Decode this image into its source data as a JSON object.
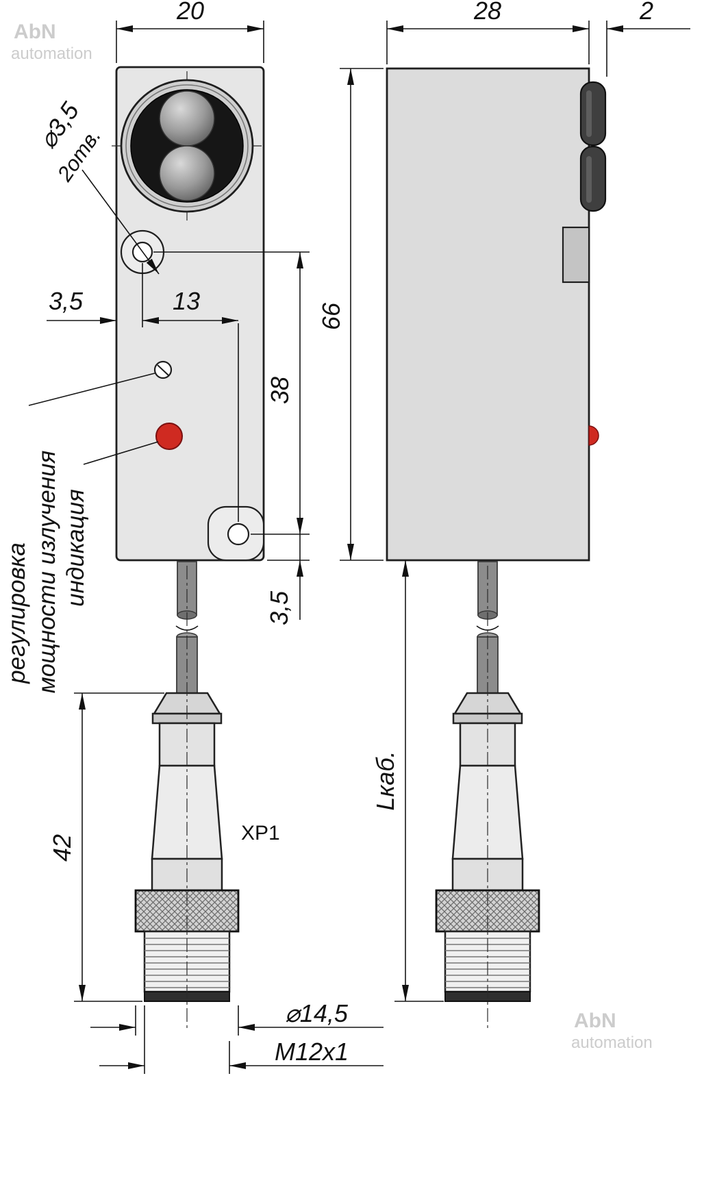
{
  "watermark": {
    "brand": "AbN",
    "subtitle": "automation"
  },
  "colors": {
    "led": "#cf2a21"
  },
  "front_view": {
    "dims": {
      "width": "20",
      "hole_diameter": "⌀3,5",
      "hole_count": "2отв.",
      "hole_offset_left": "3,5",
      "hole_spacing_horizontal": "13",
      "hole_spacing_vertical": "38",
      "hole_offset_bottom": "3,5",
      "connector_length": "42",
      "connector_nut_diameter": "⌀14,5",
      "connector_thread": "M12x1"
    },
    "labels": {
      "adjustment_line1": "регулировка",
      "adjustment_line2": "мощности излучения",
      "indicator": "индикация",
      "connector": "XP1"
    }
  },
  "side_view": {
    "dims": {
      "depth": "28",
      "lens_protrusion": "2",
      "height": "66",
      "cable_length": "Lкаб."
    }
  }
}
